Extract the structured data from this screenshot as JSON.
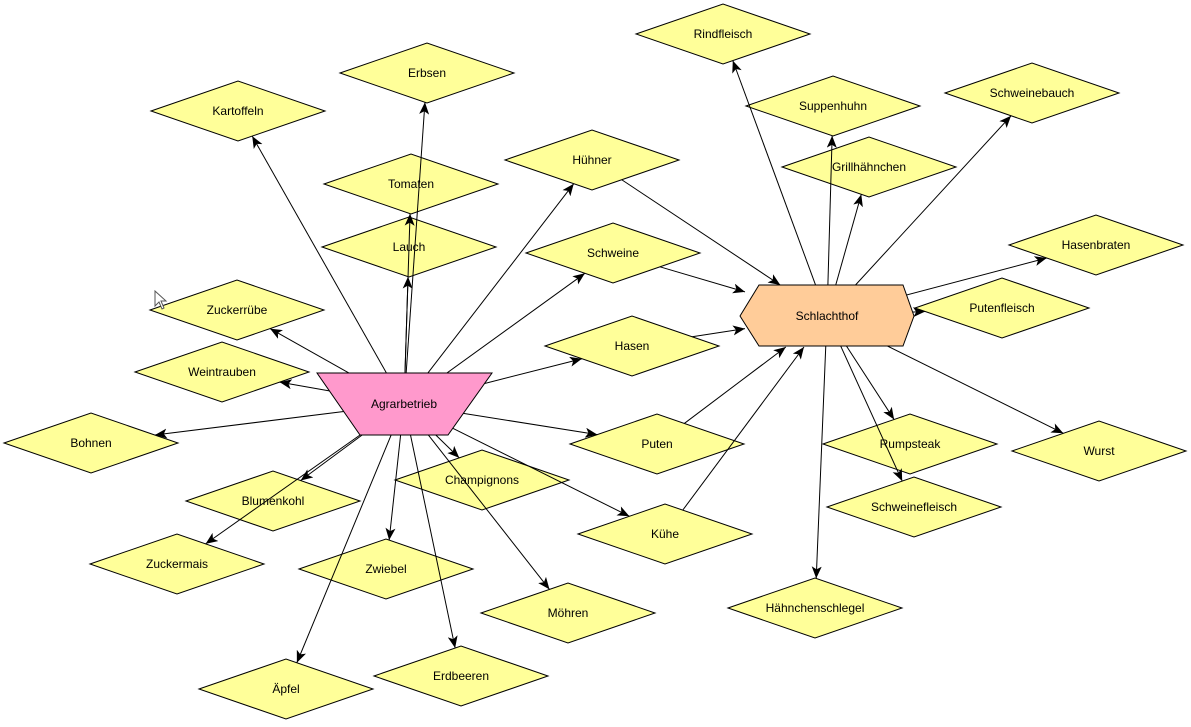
{
  "colors": {
    "leaf": "#ffff99",
    "source": "#ff99cc",
    "hub": "#ffcc99",
    "stroke": "#000000"
  },
  "hubs": {
    "source": "Agrarbetrieb",
    "slaughter": "Schlachthof"
  },
  "nodes": [
    "Kartoffeln",
    "Erbsen",
    "Tomaten",
    "Lauch",
    "Hühner",
    "Schweine",
    "Zuckerrübe",
    "Weintrauben",
    "Hasen",
    "Bohnen",
    "Blumenkohl",
    "Champignons",
    "Puten",
    "Kühe",
    "Zuckermais",
    "Zwiebel",
    "Möhren",
    "Äpfel",
    "Erdbeeren",
    "Rindfleisch",
    "Suppenhuhn",
    "Schweinebauch",
    "Grillhähnchen",
    "Hasenbraten",
    "Putenfleisch",
    "Rumpsteak",
    "Wurst",
    "Schweinefleisch",
    "Hähnchenschlegel"
  ],
  "edges": [
    [
      "Agrarbetrieb",
      "Kartoffeln"
    ],
    [
      "Agrarbetrieb",
      "Erbsen"
    ],
    [
      "Agrarbetrieb",
      "Tomaten"
    ],
    [
      "Agrarbetrieb",
      "Lauch"
    ],
    [
      "Agrarbetrieb",
      "Hühner"
    ],
    [
      "Agrarbetrieb",
      "Schweine"
    ],
    [
      "Agrarbetrieb",
      "Zuckerrübe"
    ],
    [
      "Agrarbetrieb",
      "Weintrauben"
    ],
    [
      "Agrarbetrieb",
      "Hasen"
    ],
    [
      "Agrarbetrieb",
      "Bohnen"
    ],
    [
      "Agrarbetrieb",
      "Blumenkohl"
    ],
    [
      "Agrarbetrieb",
      "Champignons"
    ],
    [
      "Agrarbetrieb",
      "Puten"
    ],
    [
      "Agrarbetrieb",
      "Kühe"
    ],
    [
      "Agrarbetrieb",
      "Zuckermais"
    ],
    [
      "Agrarbetrieb",
      "Zwiebel"
    ],
    [
      "Agrarbetrieb",
      "Möhren"
    ],
    [
      "Agrarbetrieb",
      "Äpfel"
    ],
    [
      "Agrarbetrieb",
      "Erdbeeren"
    ],
    [
      "Hühner",
      "Schlachthof"
    ],
    [
      "Schweine",
      "Schlachthof"
    ],
    [
      "Hasen",
      "Schlachthof"
    ],
    [
      "Puten",
      "Schlachthof"
    ],
    [
      "Kühe",
      "Schlachthof"
    ],
    [
      "Schlachthof",
      "Rindfleisch"
    ],
    [
      "Schlachthof",
      "Suppenhuhn"
    ],
    [
      "Schlachthof",
      "Schweinebauch"
    ],
    [
      "Schlachthof",
      "Grillhähnchen"
    ],
    [
      "Schlachthof",
      "Hasenbraten"
    ],
    [
      "Schlachthof",
      "Putenfleisch"
    ],
    [
      "Schlachthof",
      "Rumpsteak"
    ],
    [
      "Schlachthof",
      "Wurst"
    ],
    [
      "Schlachthof",
      "Schweinefleisch"
    ],
    [
      "Schlachthof",
      "Hähnchenschlegel"
    ]
  ]
}
